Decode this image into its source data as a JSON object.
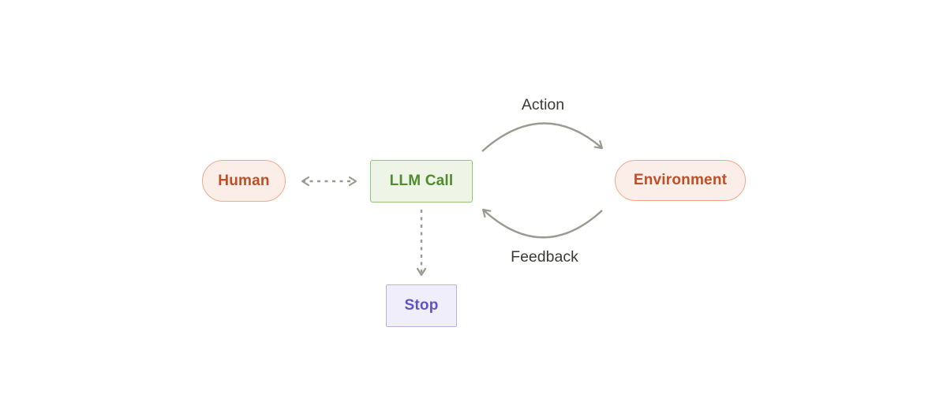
{
  "diagram": {
    "title": "llm-call-environment-loop",
    "nodes": {
      "human": {
        "label": "Human",
        "shape": "pill"
      },
      "llm_call": {
        "label": "LLM Call",
        "shape": "rectangle"
      },
      "environment": {
        "label": "Environment",
        "shape": "pill"
      },
      "stop": {
        "label": "Stop",
        "shape": "rectangle"
      }
    },
    "edges": {
      "action": {
        "label": "Action",
        "from": "llm_call",
        "to": "environment",
        "style": "solid-curved"
      },
      "feedback": {
        "label": "Feedback",
        "from": "environment",
        "to": "llm_call",
        "style": "solid-curved"
      },
      "human_llm": {
        "label": "",
        "from": "human",
        "to": "llm_call",
        "style": "dashed-bidirectional"
      },
      "llm_stop": {
        "label": "",
        "from": "llm_call",
        "to": "stop",
        "style": "dashed"
      }
    }
  },
  "colors": {
    "background": "#ffffff",
    "arrow_gray": "#9a9a92",
    "edge_label_text": "#3b3a35",
    "human_env_fill": "#fbede7",
    "human_env_border": "#f0a98e",
    "human_env_text": "#be4f27",
    "llm_fill": "#eef5e7",
    "llm_border": "#97c27a",
    "llm_text": "#4f8c2d",
    "stop_fill": "#efeefa",
    "stop_border": "#b9b2e9",
    "stop_text": "#6052c9"
  }
}
